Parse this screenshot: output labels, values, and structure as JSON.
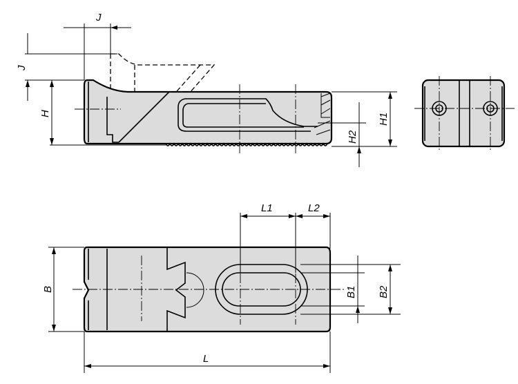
{
  "labels": {
    "J_horizontal": "J",
    "J_vertical": "J",
    "H": "H",
    "H1": "H1",
    "H2": "H2",
    "L1": "L1",
    "L2": "L2",
    "B": "B",
    "B1": "B1",
    "B2": "B2",
    "L": "L"
  },
  "colors": {
    "fill": "#dcdcdc",
    "line": "#000000"
  }
}
